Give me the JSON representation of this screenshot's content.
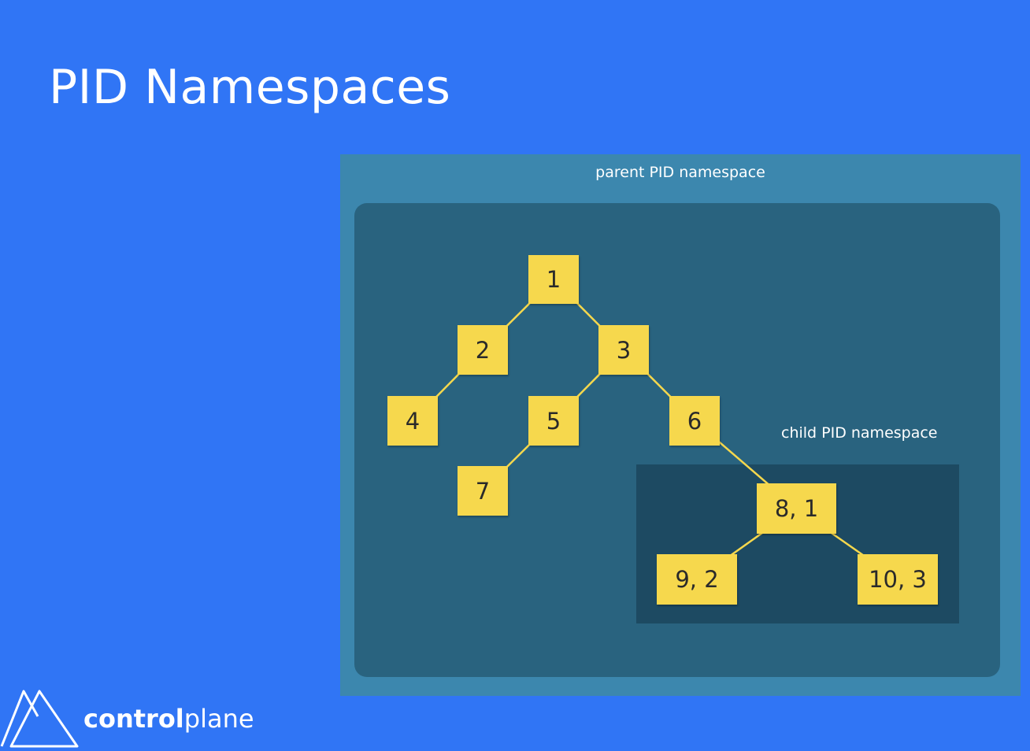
{
  "slide": {
    "title": "PID Namespaces"
  },
  "diagram": {
    "parent_label": "parent PID namespace",
    "child_label": "child PID namespace",
    "colors": {
      "panel": "#3c87ae",
      "parent_area": "#29637f",
      "child_area": "#1d4a62",
      "node": "#f6d84d",
      "edge": "#f6d84d"
    },
    "nodes": [
      {
        "id": "n1",
        "label": "1"
      },
      {
        "id": "n2",
        "label": "2"
      },
      {
        "id": "n3",
        "label": "3"
      },
      {
        "id": "n4",
        "label": "4"
      },
      {
        "id": "n5",
        "label": "5"
      },
      {
        "id": "n6",
        "label": "6"
      },
      {
        "id": "n7",
        "label": "7"
      },
      {
        "id": "n8",
        "label": "8, 1"
      },
      {
        "id": "n9",
        "label": "9, 2"
      },
      {
        "id": "n10",
        "label": "10, 3"
      }
    ],
    "edges": [
      {
        "from": "n1",
        "to": "n2"
      },
      {
        "from": "n1",
        "to": "n3"
      },
      {
        "from": "n2",
        "to": "n4"
      },
      {
        "from": "n3",
        "to": "n5"
      },
      {
        "from": "n3",
        "to": "n6"
      },
      {
        "from": "n5",
        "to": "n7"
      },
      {
        "from": "n6",
        "to": "n8"
      },
      {
        "from": "n8",
        "to": "n9"
      },
      {
        "from": "n8",
        "to": "n10"
      }
    ]
  },
  "logo": {
    "bold_text": "control",
    "light_text": "plane"
  }
}
